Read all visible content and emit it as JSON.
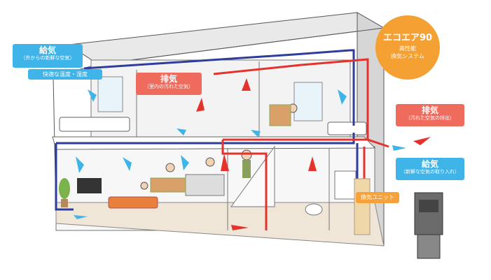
{
  "badge": {
    "title": "エコエア90",
    "line1": "高性能",
    "line2": "換気システム",
    "color": "#f5a033"
  },
  "labels": {
    "supply_left": {
      "title": "給気",
      "sub": "（外からの新鮮な空気）"
    },
    "comfort": "快適な温度・湿度",
    "exhaust_left": {
      "title": "排気",
      "sub": "（室内の汚れた空気）"
    },
    "exhaust_right": {
      "title": "排気",
      "sub": "（汚れた空気の排出）"
    },
    "supply_right": {
      "title": "給気",
      "sub": "（新鮮な空気の取り入れ）"
    },
    "unit": "換気ユニット"
  },
  "colors": {
    "supply": "#3fb4e8",
    "exhaust": "#ee6b5d",
    "duct_blue": "#2e3d9c",
    "duct_red": "#e5322d",
    "unit_accent": "#f6a13a"
  }
}
